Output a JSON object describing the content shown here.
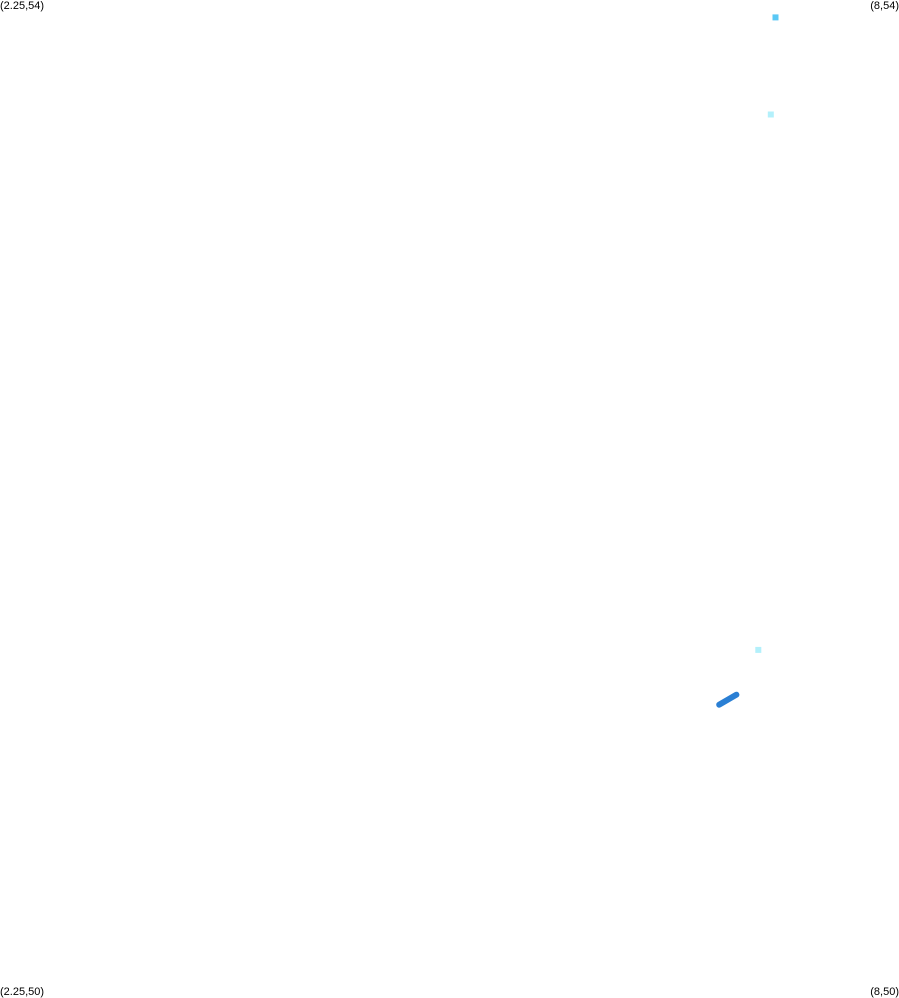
{
  "corners": {
    "top_left": "(2.25,54)",
    "top_right": "(8,54)",
    "bottom_left": "(2.25,50)",
    "bottom_right": "(8,50)"
  },
  "extent": {
    "lon_min": 2.25,
    "lon_max": 8,
    "lat_min": 50,
    "lat_max": 54
  },
  "features": [
    {
      "kind": "point",
      "lon": 7.21,
      "lat": 53.93,
      "color": "#5ac8f5"
    },
    {
      "kind": "point",
      "lon": 7.18,
      "lat": 53.54,
      "color": "#b3f0fb"
    },
    {
      "kind": "point",
      "lon": 7.1,
      "lat": 51.39,
      "color": "#b3f0fb"
    },
    {
      "kind": "segment",
      "lon1": 6.85,
      "lat1": 51.17,
      "lon2": 6.96,
      "lat2": 51.21,
      "color": "#2a7fd4"
    }
  ]
}
